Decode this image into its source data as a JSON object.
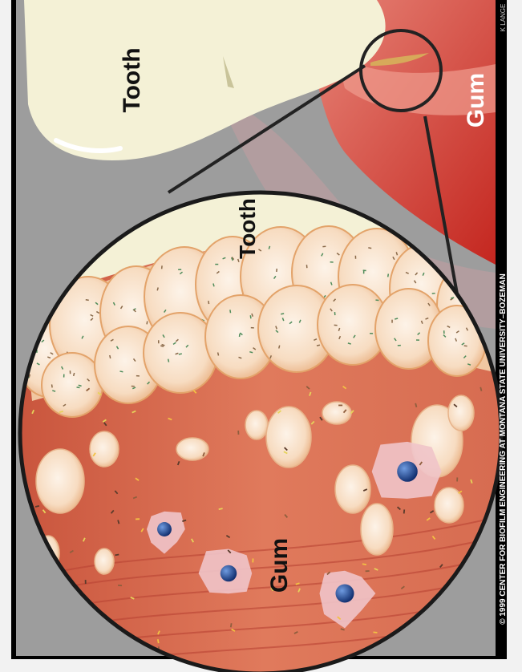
{
  "labels": {
    "tooth_top": "Tooth",
    "gum_top": "Gum",
    "tooth_zoom": "Tooth",
    "gum_zoom": "Gum"
  },
  "credits": {
    "copyright": "© 1999 CENTER FOR BIOFILM ENGINEERING AT MONTANA STATE UNIVERSITY–BOZEMAN",
    "artist": "K LANGE"
  },
  "colors": {
    "frame": "#000000",
    "tooth": "#f4f1d6",
    "gum": "#c8322a",
    "tissue": "#d4624a",
    "plaque": "#f6d2b0",
    "nucleus": "#1e3f8a"
  }
}
